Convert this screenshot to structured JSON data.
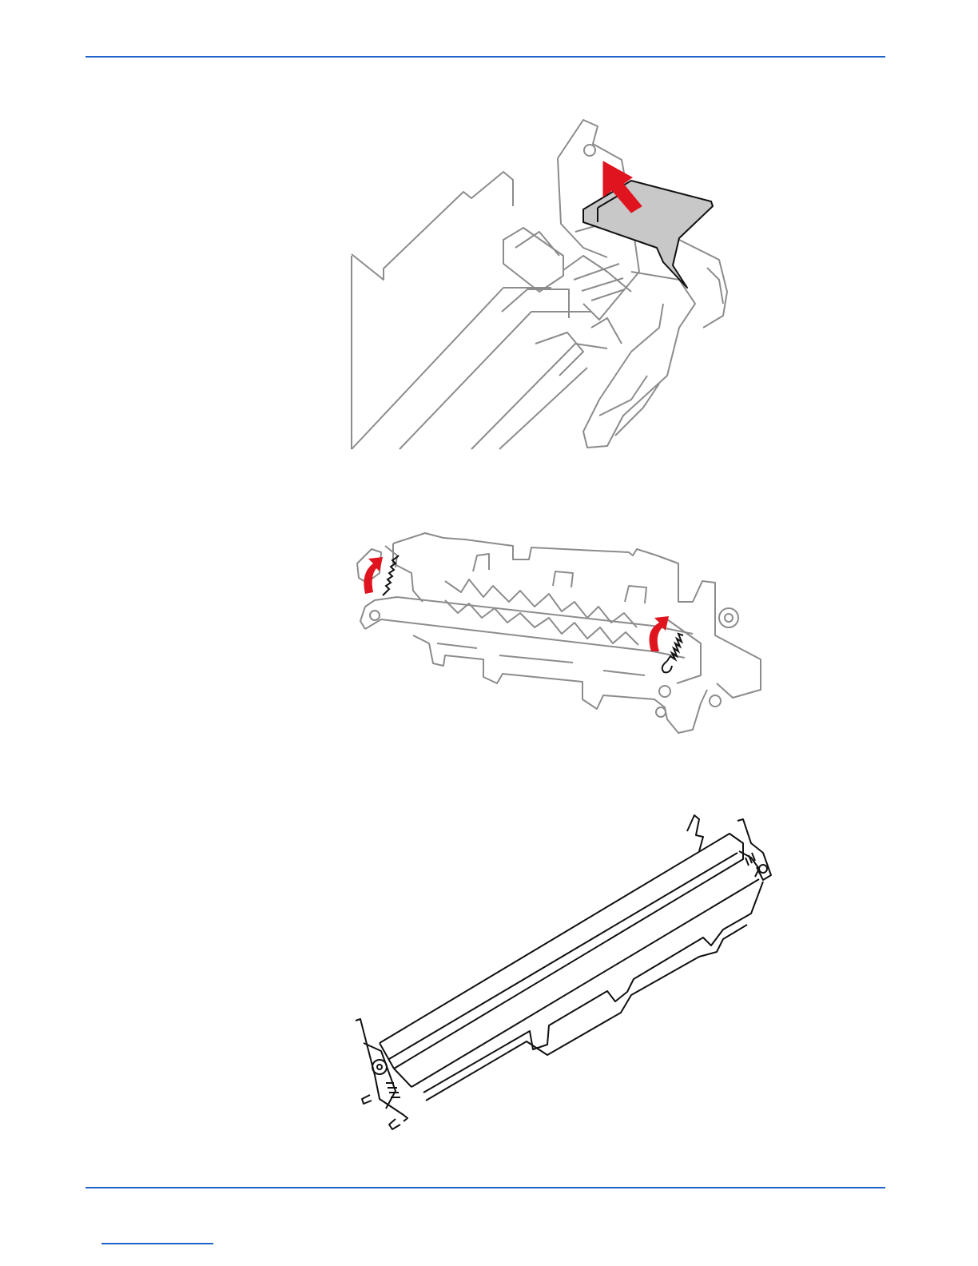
{
  "page": {
    "colors": {
      "rule": "#1f63c6",
      "footer_link": "#1f63c6",
      "outline": "#8c8c8c",
      "callout_red": "#e0141e",
      "lever_fill": "#c8c8c8",
      "part_stroke": "#111111"
    }
  },
  "figures": [
    {
      "id": "figure-1",
      "icons": [
        "fuser-gear-cover-part",
        "up-arrow-icon"
      ]
    },
    {
      "id": "figure-2",
      "icons": [
        "fuser-assembly-part",
        "rotate-arrow-icon",
        "spring-part"
      ]
    },
    {
      "id": "figure-3",
      "icons": [
        "pressure-roller-part"
      ]
    }
  ]
}
